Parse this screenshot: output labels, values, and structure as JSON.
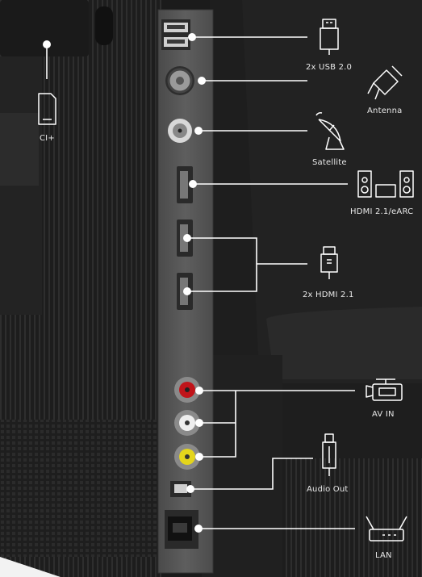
{
  "labels": {
    "ci": "CI+",
    "usb": "2x USB 2.0",
    "antenna": "Antenna",
    "satellite": "Satellite",
    "hdmi_earc": "HDMI 2.1/eARC",
    "hdmi_pair": "2x HDMI 2.1",
    "av_in": "AV IN",
    "audio_out": "Audio Out",
    "lan": "LAN"
  },
  "colors": {
    "background": "#1b1b1b",
    "panel": "#5a5a5a",
    "line": "#ffffff",
    "rca_red": "#c0141a",
    "rca_white": "#eeeeee",
    "rca_yellow": "#e4d51c"
  },
  "icons": [
    "sd-card-icon",
    "usb-icon",
    "antenna-plug-icon",
    "satellite-dish-icon",
    "speaker-system-icon",
    "hdmi-icon",
    "camcorder-icon",
    "optical-plug-icon",
    "router-icon"
  ]
}
